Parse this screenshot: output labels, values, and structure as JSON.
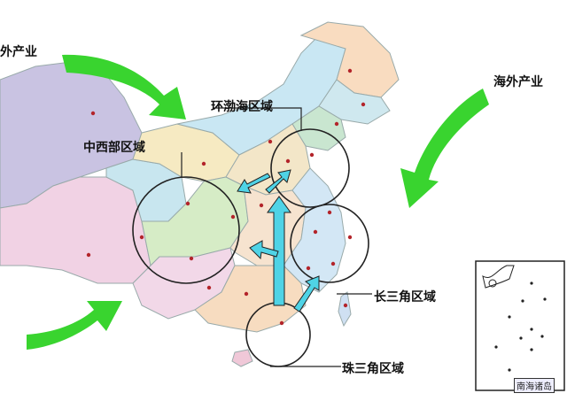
{
  "labels": {
    "overseas_left": "外产业",
    "overseas_right": "海外产业",
    "bohai": "环渤海区域",
    "midwest": "中西部区域",
    "yangtze": "长三角区域",
    "pearl": "珠三角区域",
    "south_sea": "南海诸岛"
  },
  "colors": {
    "green_arrow": "#39d42f",
    "cyan_arrow": "#4fd3e6",
    "outline": "#222222",
    "sea_bg": "#ffffff"
  },
  "provinces": [
    {
      "name": "xinjiang",
      "color": "#c9c3e2"
    },
    {
      "name": "tibet",
      "color": "#f1d2e4"
    },
    {
      "name": "qinghai",
      "color": "#c8e6ef"
    },
    {
      "name": "gansu",
      "color": "#f6eac2"
    },
    {
      "name": "inner-mongolia",
      "color": "#c9e7f3"
    },
    {
      "name": "heilongjiang",
      "color": "#f9dcc0"
    },
    {
      "name": "jilin",
      "color": "#cfe8ef"
    },
    {
      "name": "liaoning",
      "color": "#c9e6d0"
    },
    {
      "name": "sichuan",
      "color": "#d6ecc6"
    },
    {
      "name": "yunnan",
      "color": "#f2d8e8"
    },
    {
      "name": "guangdong",
      "color": "#f7dcc0"
    },
    {
      "name": "east-coast",
      "color": "#d3e7f5"
    },
    {
      "name": "central",
      "color": "#f3e6c8"
    }
  ],
  "cities_count_note": ""
}
